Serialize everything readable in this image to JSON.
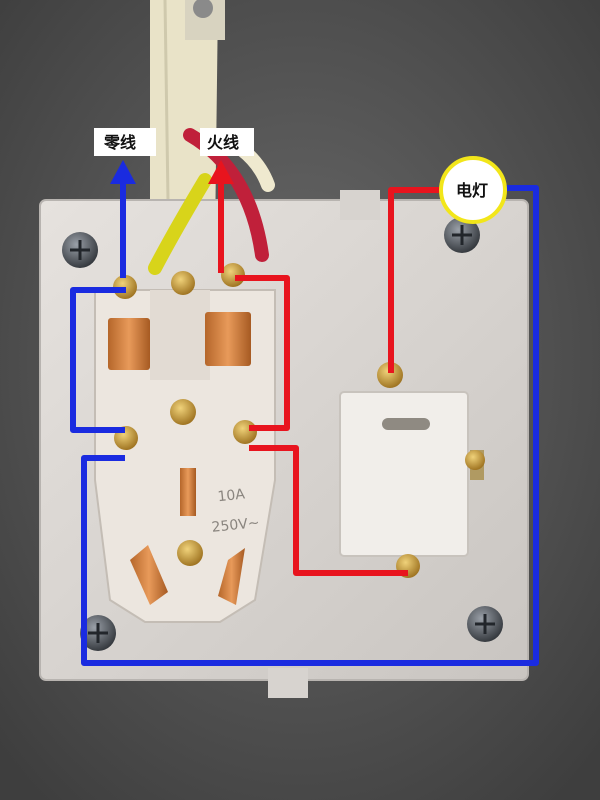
{
  "labels": {
    "neutral": "零线",
    "live": "火线",
    "lamp": "电灯"
  },
  "socket_text": {
    "rating": "10A",
    "voltage": "250V~"
  },
  "colors": {
    "neutral_wire": "#1a2be0",
    "live_wire": "#e8141e",
    "lamp_circle": "#f2e61a",
    "faceplate": "#dcd8d4",
    "socket_body": "#e8e2dc",
    "brass": "#c89a3c",
    "background": "#5a5a5a"
  },
  "icons": [
    "screw-icon",
    "arrow-up-icon"
  ]
}
